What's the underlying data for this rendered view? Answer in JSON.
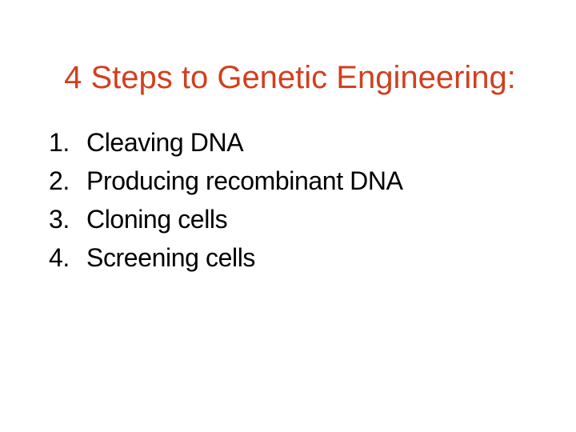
{
  "slide": {
    "background_color": "#ffffff",
    "title": "4 Steps to Genetic Engineering:",
    "title_color": "#d23f1e",
    "list_text_color": "#000000",
    "list": {
      "items": [
        {
          "number": "1.",
          "text": "Cleaving DNA"
        },
        {
          "number": "2.",
          "text": "Producing recombinant DNA"
        },
        {
          "number": "3.",
          "text": "Cloning cells"
        },
        {
          "number": "4.",
          "text": "Screening cells"
        }
      ]
    }
  }
}
